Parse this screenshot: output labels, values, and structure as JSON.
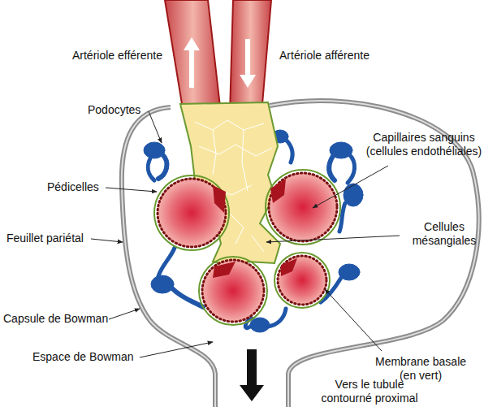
{
  "diagram": {
    "labels": [
      "Artériole efférente",
      "Artériole afférente",
      "Podocytes",
      "Pédicelles",
      "Capillaires sanguins (cellules endothéliales)",
      "Feuillet pariétal",
      "Cellules mésangiales",
      "Capsule de Bowman",
      "Membrane basale (en vert)",
      "Espace de Bowman",
      "Vers le tubule contourné proximal"
    ]
  }
}
